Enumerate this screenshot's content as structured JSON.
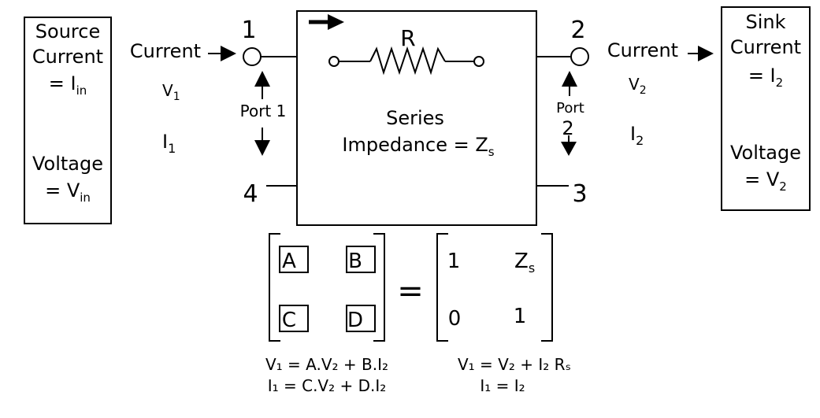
{
  "source_box": {
    "line1": "Source",
    "line2": "Current",
    "current_eq": "= I",
    "current_sub": "in",
    "voltage_label": "Voltage",
    "voltage_eq": "= V",
    "voltage_sub": "in"
  },
  "sink_box": {
    "line1": "Sink",
    "line2": "Current",
    "current_eq": "= I",
    "current_sub": "2",
    "voltage_label": "Voltage",
    "voltage_eq": "= V",
    "voltage_sub": "2"
  },
  "input_side": {
    "current_label": "Current",
    "terminal_top": "1",
    "terminal_bottom": "4",
    "port_label": "Port 1",
    "voltage": "V",
    "voltage_sub": "1",
    "current": "I",
    "current_sub": "1"
  },
  "output_side": {
    "current_label": "Current",
    "terminal_top": "2",
    "terminal_bottom": "3",
    "port_label": "Port",
    "port_number": "2",
    "voltage": "V",
    "voltage_sub": "2",
    "current": "I",
    "current_sub": "2"
  },
  "network": {
    "resistor_label": "R",
    "title_line1": "Series",
    "title_line2": "Impedance = Z",
    "title_sub": "s"
  },
  "matrix": {
    "cells": [
      "A",
      "B",
      "C",
      "D"
    ],
    "equals": "=",
    "rhs_a": "1",
    "rhs_b": "Z",
    "rhs_b_sub": "s",
    "rhs_c": "0",
    "rhs_d": "1"
  },
  "equations": {
    "left_line1": "V₁ = A.V₂ + B.I₂",
    "left_line2": "I₁ = C.V₂ + D.I₂",
    "right_line1": "V₁ = V₂ + I₂ Rₛ",
    "right_line2": "I₁ = I₂"
  }
}
